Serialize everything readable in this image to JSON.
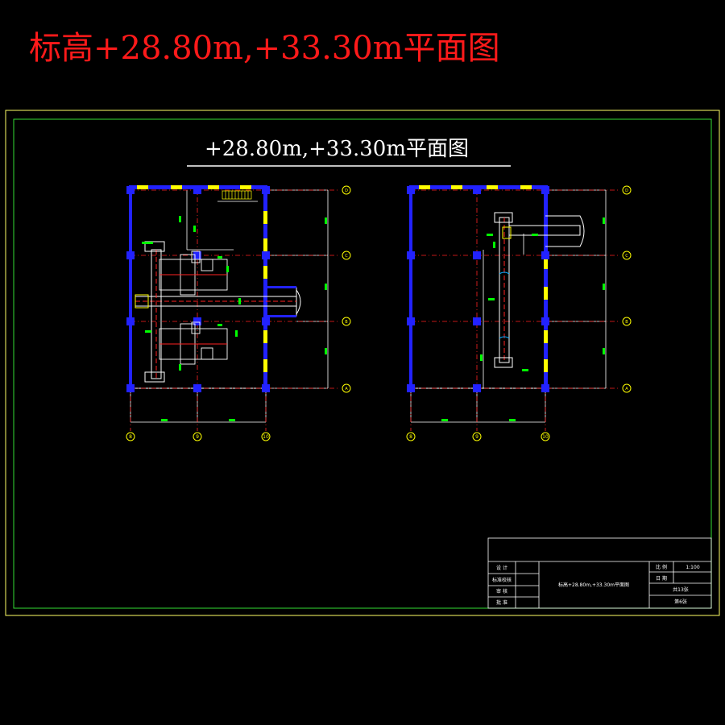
{
  "page_title": "标高+28.80m,+33.30m平面图",
  "sheet_title": "+28.80m,+33.30m平面图",
  "grid_labels": {
    "columns": [
      "8",
      "9",
      "10"
    ],
    "rows": [
      "D",
      "C",
      "B",
      "A"
    ]
  },
  "title_block": {
    "left_rows": [
      "设 计",
      "标准校核",
      "审 核",
      "批 准"
    ],
    "drawing_name": "标高+28.80m,+33.30m平面图",
    "scale_label": "比 例",
    "scale_value": "1:100",
    "date_label": "日 期",
    "sheet_count": "共13张",
    "sheet_number": "第6张"
  },
  "colors": {
    "frame_outer": "#ffff66",
    "frame_inner": "#33dd33",
    "wall": "#2222ff",
    "wall_accent": "#ffff00",
    "grid_line": "#ff2222",
    "dimension": "#00ff00",
    "outline": "#ffffff"
  }
}
